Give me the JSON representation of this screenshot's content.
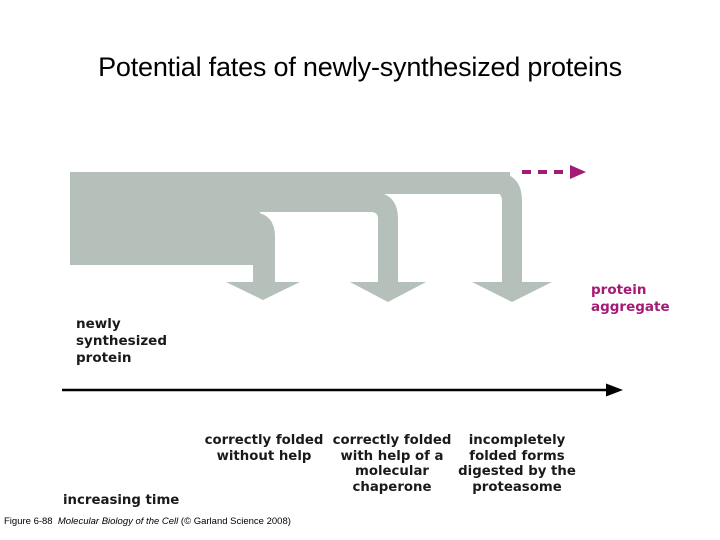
{
  "slide": {
    "title": "Potential fates of newly-synthesized proteins"
  },
  "diagram": {
    "source_label": "newly\nsynthesized\nprotein",
    "axis_label": "increasing time",
    "aggregate_label": "protein\naggregate",
    "branches": [
      {
        "id": "correctly-folded-without-help",
        "label": "correctly folded\nwithout help"
      },
      {
        "id": "correctly-folded-with-chaperone",
        "label": "correctly folded\nwith help of a\nmolecular\nchaperone"
      },
      {
        "id": "incompletely-folded-digested",
        "label": "incompletely\nfolded forms\ndigested by the\nproteasome"
      }
    ],
    "colors": {
      "flow_fill": "#b5c0ba",
      "aggregate_accent": "#a31b74",
      "label_text": "#1a1a1a",
      "axis_arrow": "#000000",
      "background": "#ffffff"
    }
  },
  "caption": {
    "figure_number": "Figure 6-88",
    "book_title": "Molecular Biology of the Cell",
    "credit": "(© Garland Science 2008)"
  }
}
